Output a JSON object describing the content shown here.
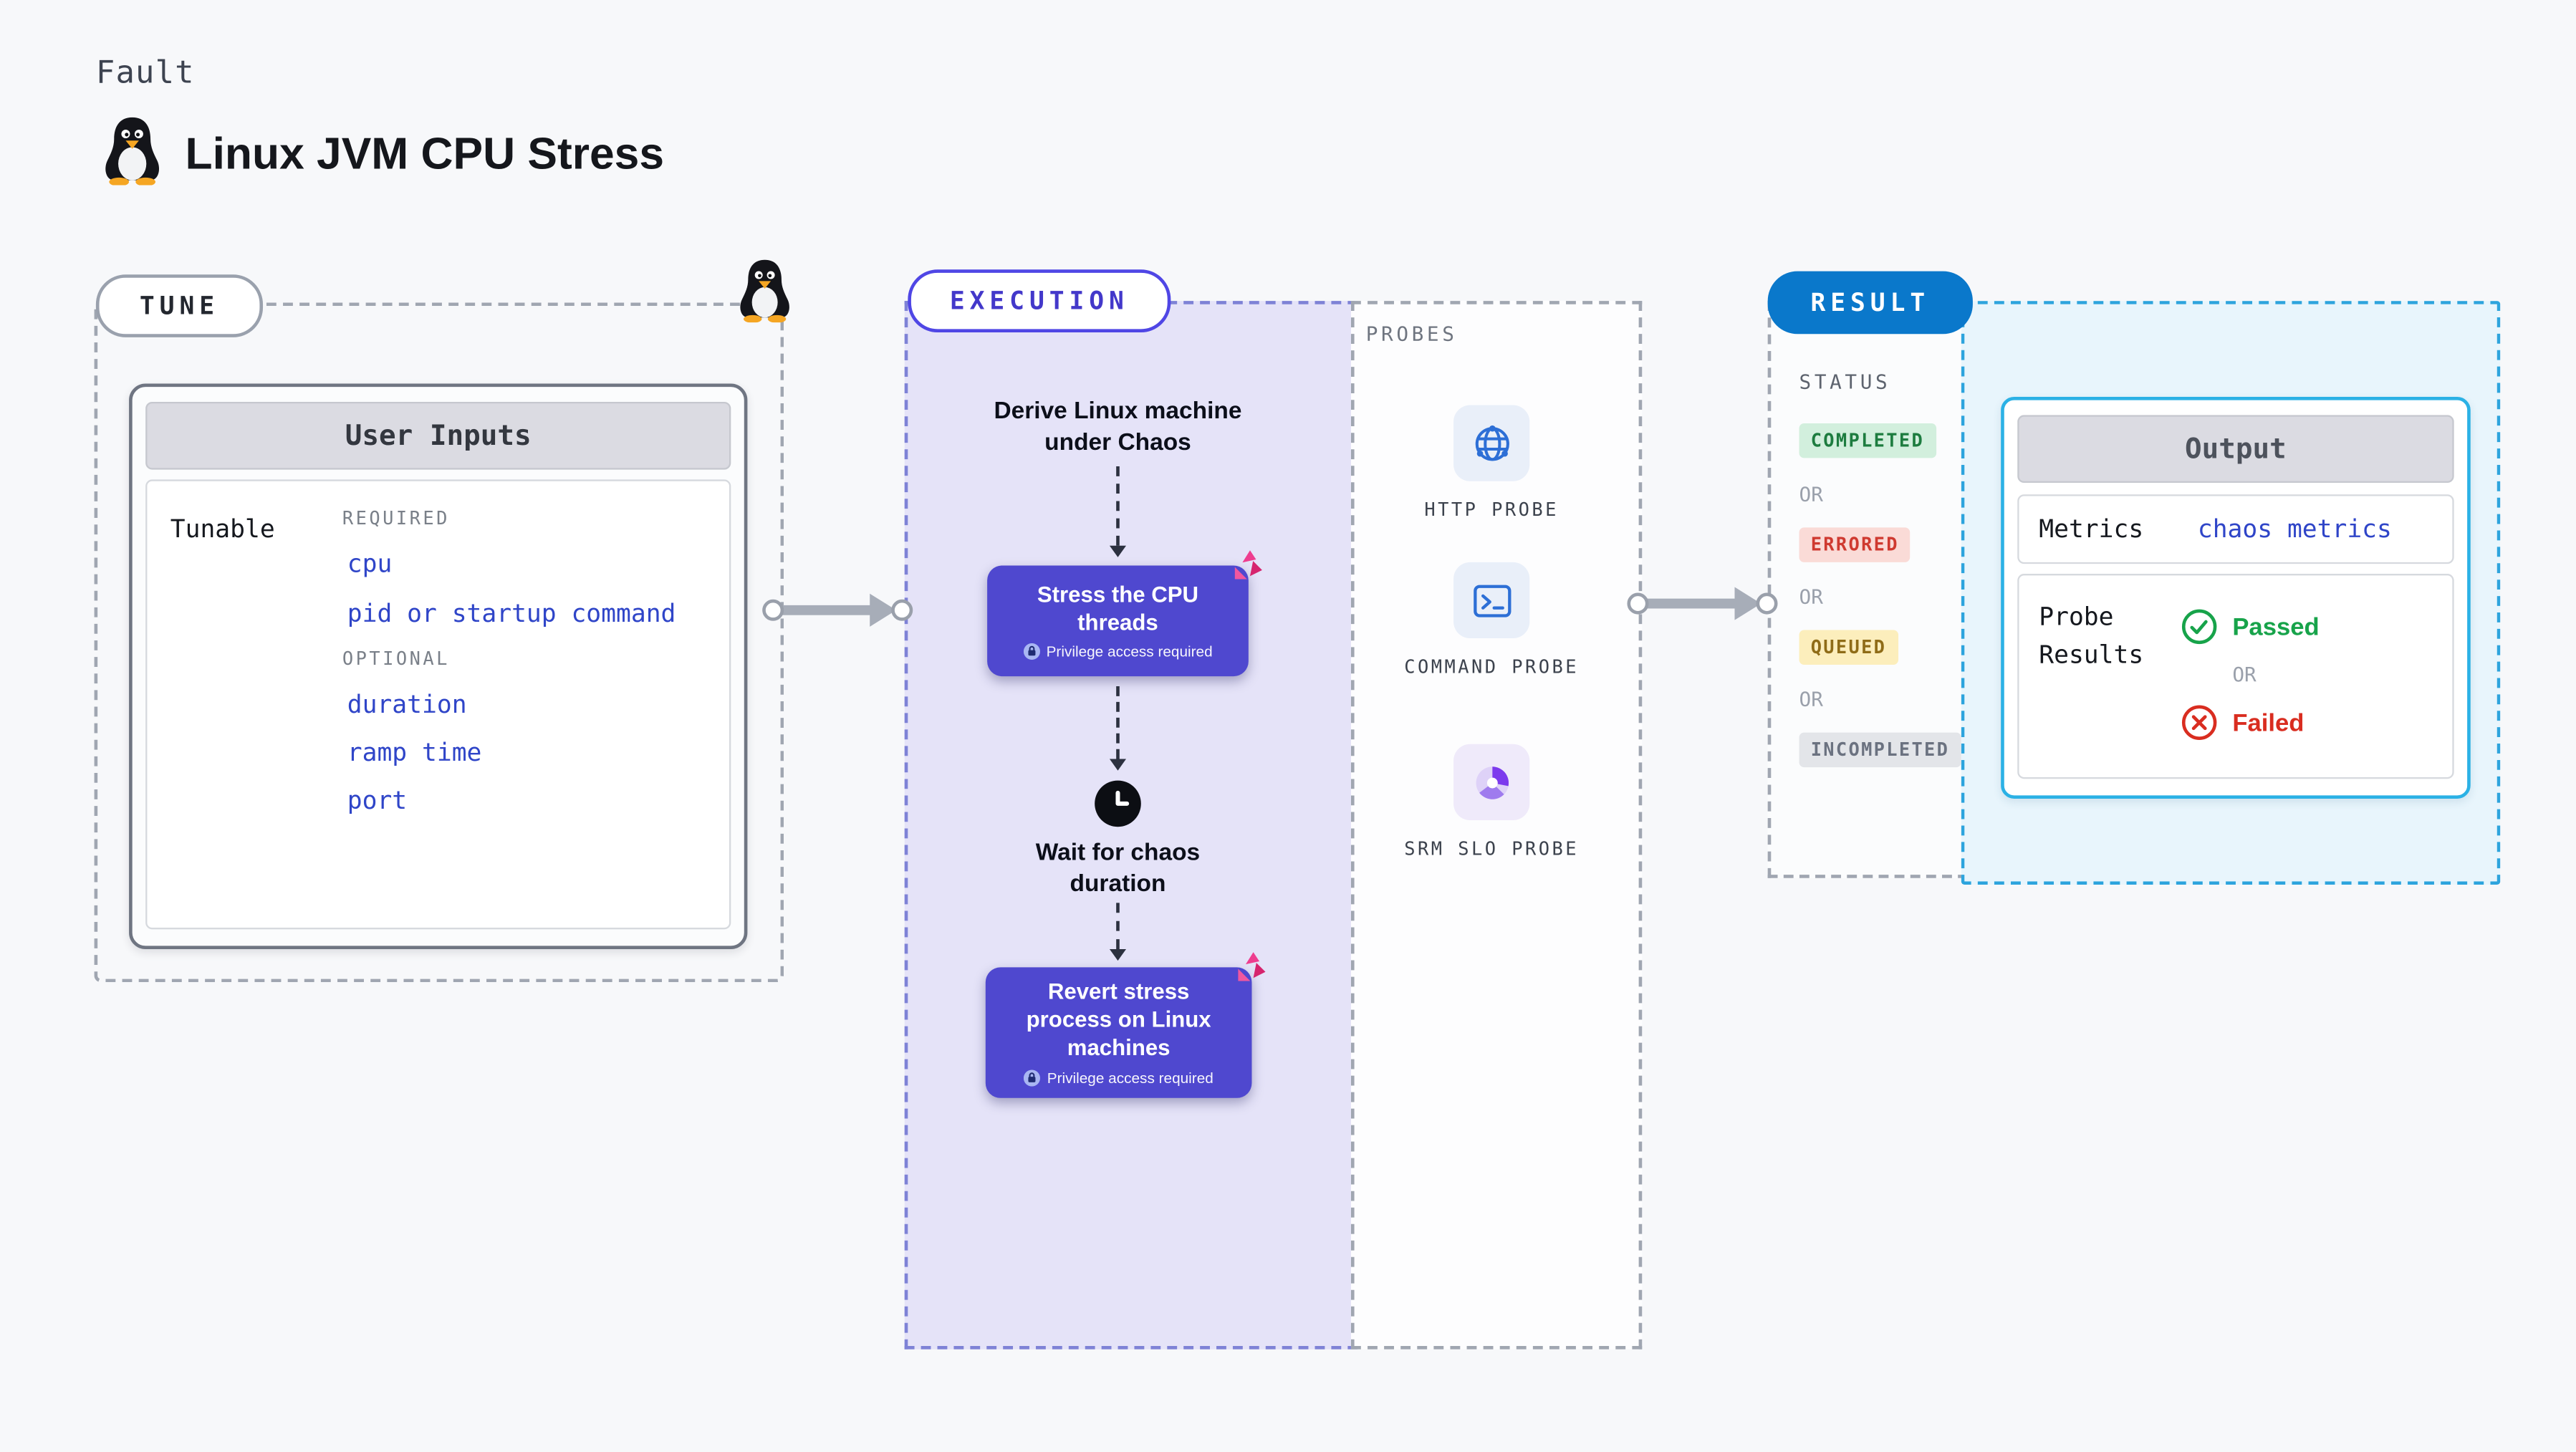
{
  "page": {
    "kicker": "Fault",
    "title": "Linux JVM CPU Stress"
  },
  "tune": {
    "label": "TUNE",
    "card": {
      "header": "User Inputs",
      "row_label": "Tunable",
      "required_label": "REQUIRED",
      "required_items": [
        "cpu",
        "pid or startup command"
      ],
      "optional_label": "OPTIONAL",
      "optional_items": [
        "duration",
        "ramp time",
        "port"
      ]
    }
  },
  "execution": {
    "label": "EXECUTION",
    "derive_step": "Derive Linux machine under Chaos",
    "stress_step": {
      "label": "Stress the CPU threads",
      "badge": "Privilege access required"
    },
    "wait_step": "Wait for chaos duration",
    "revert_step": {
      "label": "Revert stress process on Linux machines",
      "badge": "Privilege access required"
    }
  },
  "probes": {
    "label": "PROBES",
    "items": [
      {
        "name": "HTTP PROBE"
      },
      {
        "name": "COMMAND PROBE"
      },
      {
        "name": "SRM SLO PROBE"
      }
    ]
  },
  "result": {
    "label": "RESULT",
    "status": {
      "label": "STATUS",
      "or": "OR",
      "badges": [
        {
          "text": "COMPLETED"
        },
        {
          "text": "ERRORED"
        },
        {
          "text": "QUEUED"
        },
        {
          "text": "INCOMPLETED"
        }
      ]
    },
    "output": {
      "header": "Output",
      "metrics_label": "Metrics",
      "metrics_value": "chaos metrics",
      "probe_results_label": "Probe Results",
      "passed": "Passed",
      "or": "OR",
      "failed": "Failed"
    }
  },
  "colors": {
    "accent_purple": "#4f46e5",
    "node_purple": "#4f48cf",
    "result_blue": "#0a78cb",
    "link_blue": "#2f45c8",
    "passed_green": "#17a34a",
    "failed_red": "#d92d20",
    "chaos_pink": "#ee3d8f",
    "execution_bg": "#e5e3f8",
    "output_bg": "#e8f5fc"
  }
}
